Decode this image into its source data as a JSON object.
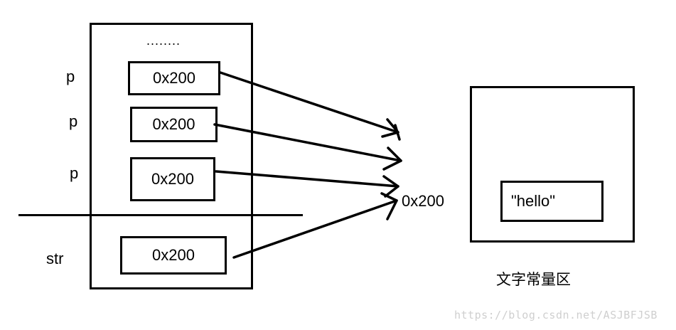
{
  "stack": {
    "ellipsis": "........",
    "cells": [
      {
        "label": "p",
        "value": "0x200"
      },
      {
        "label": "p",
        "value": "0x200"
      },
      {
        "label": "p",
        "value": "0x200"
      },
      {
        "label": "str",
        "value": "0x200"
      }
    ]
  },
  "target_address": "0x200",
  "const_area": {
    "string_value": "\"hello\"",
    "caption": "文字常量区"
  },
  "watermark": "https://blog.csdn.net/ASJBFJSB"
}
